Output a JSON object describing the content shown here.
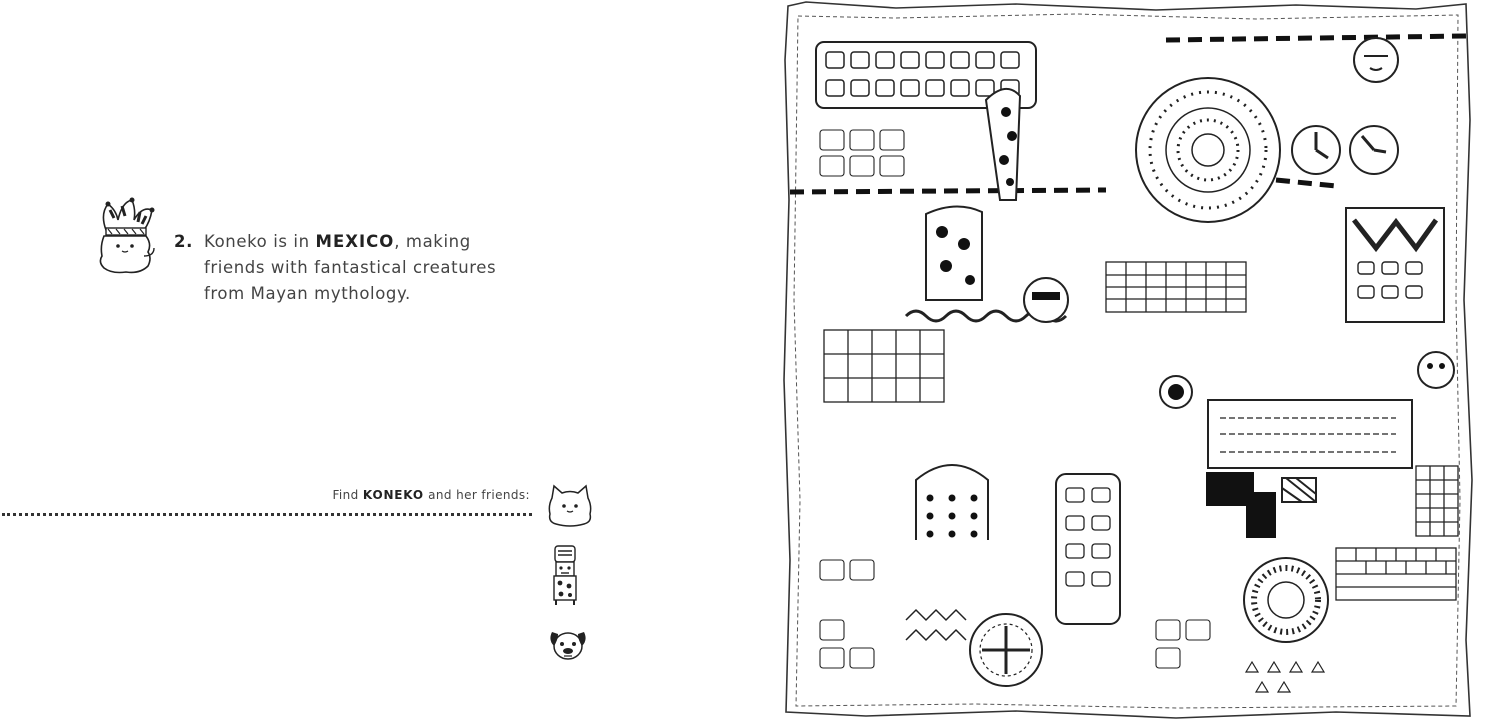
{
  "entry": {
    "number": "2.",
    "line1_pre": "Koneko is in ",
    "line1_country": "MEXICO",
    "line1_post": ", making",
    "line2": "friends with fantastical creatures",
    "line3": "from Mayan mythology."
  },
  "find": {
    "pre": "Find ",
    "name": "KONEKO",
    "post": " and her friends:"
  },
  "friends": [
    {
      "icon": "koneko-cat-icon"
    },
    {
      "icon": "mayan-totem-figure-icon"
    },
    {
      "icon": "spotted-dog-face-icon"
    }
  ],
  "colors": {
    "ink": "#222222",
    "text": "#444444",
    "paper": "#ffffff"
  }
}
